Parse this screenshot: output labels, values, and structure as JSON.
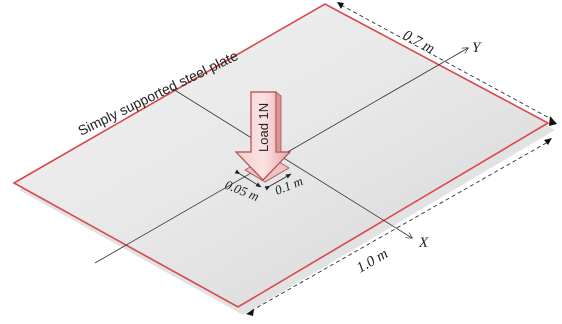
{
  "diagram": {
    "title_label": "Simply supported steel plate",
    "load_label": "Load 1N",
    "dimensions": {
      "width_y": "0.7 m",
      "length_x": "1.0 m",
      "load_size_a": "0.05 m",
      "load_size_b": "0.1 m"
    },
    "axes": {
      "x": "X",
      "y": "Y"
    },
    "colors": {
      "plate_edge": "#d9474d",
      "plate_fill": "#e4e4e4",
      "arrow_fill": "#f2b8b8",
      "arrow_stroke": "#b04a4a",
      "axis_line": "#333333"
    }
  }
}
